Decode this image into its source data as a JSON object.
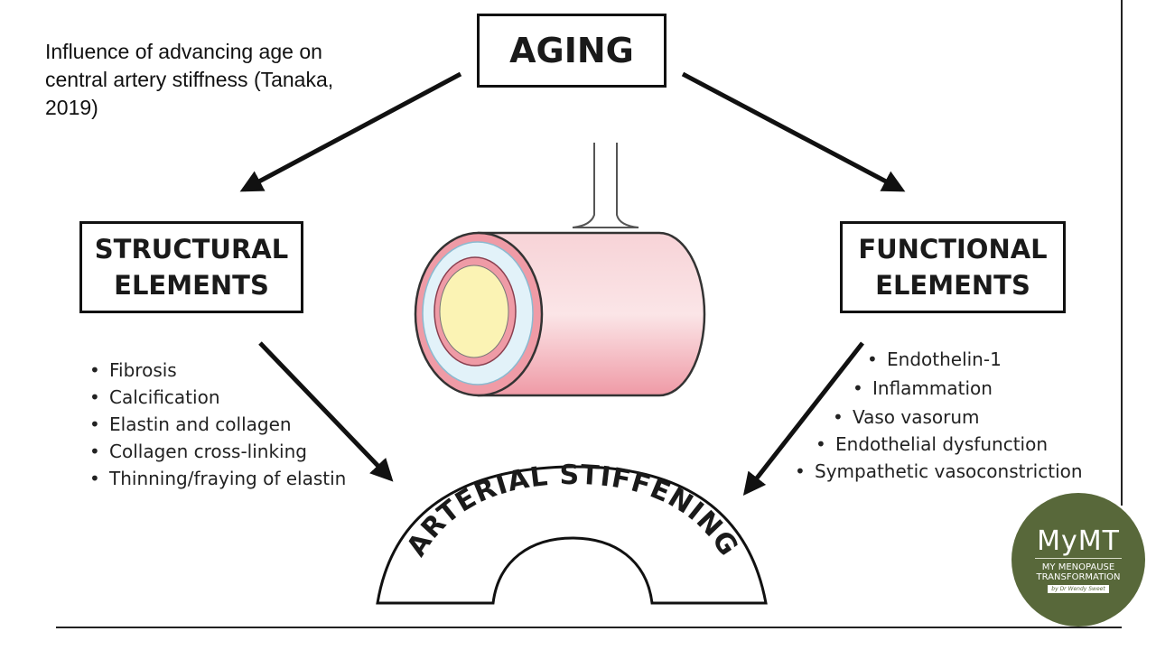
{
  "caption": "Influence of advancing age on central artery stiffness (Tanaka, 2019)",
  "aging_label": "AGING",
  "structural": {
    "line1": "STRUCTURAL",
    "line2": "ELEMENTS",
    "items": [
      "Fibrosis",
      "Calcification",
      "Elastin and collagen",
      "Collagen cross-linking",
      "Thinning/fraying of elastin"
    ]
  },
  "functional": {
    "line1": "FUNCTIONAL",
    "line2": "ELEMENTS",
    "items": [
      "Endothelin-1",
      "Inflammation",
      "Vaso vasorum",
      "Endothelial dysfunction",
      "Sympathetic vasoconstriction"
    ]
  },
  "result_label": "ARTERIAL STIFFENING",
  "logo": {
    "brand": "MyMT",
    "sub1": "MY MENOPAUSE",
    "sub2": "TRANSFORMATION",
    "tag": "by Dr Wendy Sweet"
  },
  "colors": {
    "artery_wall": "#f4c6cc",
    "artery_outline": "#333333",
    "lumen": "#fbf3b4",
    "intima_blue": "#e1f1f8",
    "logo_green": "#58683a"
  }
}
